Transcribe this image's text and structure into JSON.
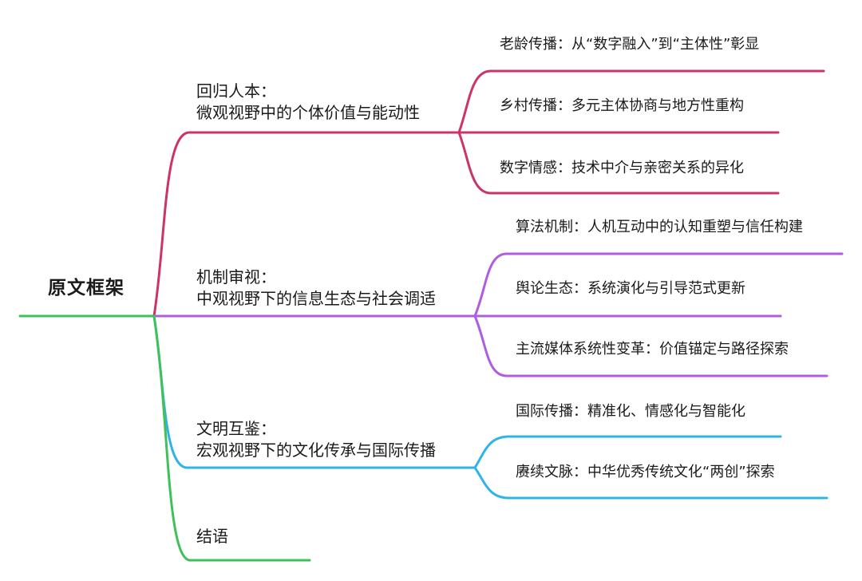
{
  "root": {
    "label": "原文框架"
  },
  "colors": {
    "root_line": "#3fc15a",
    "branch_1": "#cc3366",
    "branch_2": "#b05ce0",
    "branch_3": "#2fb4e6",
    "branch_4": "#3fc15a",
    "text": "#1a1a1a"
  },
  "branches": [
    {
      "title": "回归人本：",
      "subtitle": "微观视野中的个体价值与能动性",
      "leaves": [
        "老龄传播：从“数字融入”到“主体性”彰显",
        "乡村传播：多元主体协商与地方性重构",
        "数字情感：技术中介与亲密关系的异化"
      ]
    },
    {
      "title": "机制审视：",
      "subtitle": "中观视野下的信息生态与社会调适",
      "leaves": [
        "算法机制：人机互动中的认知重塑与信任构建",
        "舆论生态：系统演化与引导范式更新",
        "主流媒体系统性变革：价值锚定与路径探索"
      ]
    },
    {
      "title": "文明互鉴：",
      "subtitle": "宏观视野下的文化传承与国际传播",
      "leaves": [
        "国际传播：精准化、情感化与智能化",
        "赓续文脉：中华优秀传统文化“两创”探索"
      ]
    },
    {
      "title": "结语",
      "leaves": []
    }
  ]
}
